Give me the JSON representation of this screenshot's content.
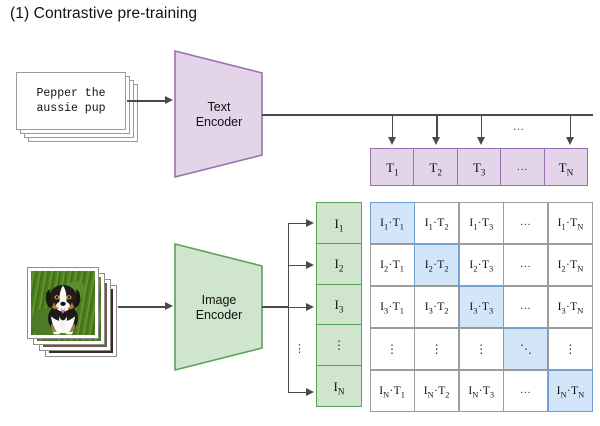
{
  "title": "(1) Contrastive pre-training",
  "text_input": {
    "caption_line1": "Pepper the",
    "caption_line2": "aussie pup",
    "stack_count": 4
  },
  "image_input": {
    "alt": "puppy-photo",
    "stack_count": 4
  },
  "encoders": {
    "text": {
      "line1": "Text",
      "line2": "Encoder",
      "fill": "#e3d4ea",
      "stroke": "#9a6fb0"
    },
    "image": {
      "line1": "Image",
      "line2": "Encoder",
      "fill": "#cfe5cd",
      "stroke": "#5aa15a"
    }
  },
  "text_embeddings": {
    "cells": [
      {
        "base": "T",
        "sub": "1"
      },
      {
        "base": "T",
        "sub": "2"
      },
      {
        "base": "T",
        "sub": "3"
      },
      {
        "base": "…",
        "sub": ""
      },
      {
        "base": "T",
        "sub": "N"
      }
    ],
    "ellipsis": "…"
  },
  "image_embeddings": {
    "cells": [
      {
        "base": "I",
        "sub": "1"
      },
      {
        "base": "I",
        "sub": "2"
      },
      {
        "base": "I",
        "sub": "3"
      },
      {
        "base": "⋮",
        "sub": ""
      },
      {
        "base": "I",
        "sub": "N"
      }
    ],
    "ellipsis": "⋮"
  },
  "bus_dots": "⋮",
  "top_bus_dots": "…",
  "similarity_matrix": {
    "row_labels": [
      "1",
      "2",
      "3",
      "⋮",
      "N"
    ],
    "col_labels": [
      "1",
      "2",
      "3",
      "…",
      "N"
    ],
    "diagonal_fill": "#d3e5f8",
    "diagonal_stroke": "#6f9fd0",
    "cell_fill": "#ffffff",
    "cell_stroke": "#9d9d9d",
    "rows": [
      [
        {
          "text": "I₁·T₁",
          "i": "1",
          "t": "1",
          "diag": true
        },
        {
          "text": "I₁·T₂",
          "i": "1",
          "t": "2",
          "diag": false
        },
        {
          "text": "I₁·T₃",
          "i": "1",
          "t": "3",
          "diag": false
        },
        {
          "text": "…",
          "i": "1",
          "t": "",
          "diag": false
        },
        {
          "text": "I₁·Tₙ",
          "i": "1",
          "t": "N",
          "diag": false
        }
      ],
      [
        {
          "text": "I₂·T₁",
          "i": "2",
          "t": "1",
          "diag": false
        },
        {
          "text": "I₂·T₂",
          "i": "2",
          "t": "2",
          "diag": true
        },
        {
          "text": "I₂·T₃",
          "i": "2",
          "t": "3",
          "diag": false
        },
        {
          "text": "…",
          "i": "2",
          "t": "",
          "diag": false
        },
        {
          "text": "I₂·Tₙ",
          "i": "2",
          "t": "N",
          "diag": false
        }
      ],
      [
        {
          "text": "I₃·T₁",
          "i": "3",
          "t": "1",
          "diag": false
        },
        {
          "text": "I₃·T₂",
          "i": "3",
          "t": "2",
          "diag": false
        },
        {
          "text": "I₃·T₃",
          "i": "3",
          "t": "3",
          "diag": true
        },
        {
          "text": "…",
          "i": "3",
          "t": "",
          "diag": false
        },
        {
          "text": "I₃·Tₙ",
          "i": "3",
          "t": "N",
          "diag": false
        }
      ],
      [
        {
          "text": "⋮",
          "i": "",
          "t": "1",
          "diag": false
        },
        {
          "text": "⋮",
          "i": "",
          "t": "2",
          "diag": false
        },
        {
          "text": "⋮",
          "i": "",
          "t": "3",
          "diag": false
        },
        {
          "text": "⋱",
          "i": "",
          "t": "",
          "diag": true
        },
        {
          "text": "⋮",
          "i": "",
          "t": "N",
          "diag": false
        }
      ],
      [
        {
          "text": "Iₙ·T₁",
          "i": "N",
          "t": "1",
          "diag": false
        },
        {
          "text": "Iₙ·T₂",
          "i": "N",
          "t": "2",
          "diag": false
        },
        {
          "text": "Iₙ·T₃",
          "i": "N",
          "t": "3",
          "diag": false
        },
        {
          "text": "…",
          "i": "N",
          "t": "",
          "diag": false
        },
        {
          "text": "Iₙ·Tₙ",
          "i": "N",
          "t": "N",
          "diag": true
        }
      ]
    ]
  },
  "colors": {
    "text_purple_fill": "#e3d4ea",
    "text_purple_stroke": "#9a6fb0",
    "image_green_fill": "#cfe5cd",
    "image_green_stroke": "#5aa15a",
    "blue_fill": "#d3e5f8",
    "blue_stroke": "#6f9fd0",
    "line": "#4a4a4a",
    "card_border": "#9a9a9a"
  }
}
